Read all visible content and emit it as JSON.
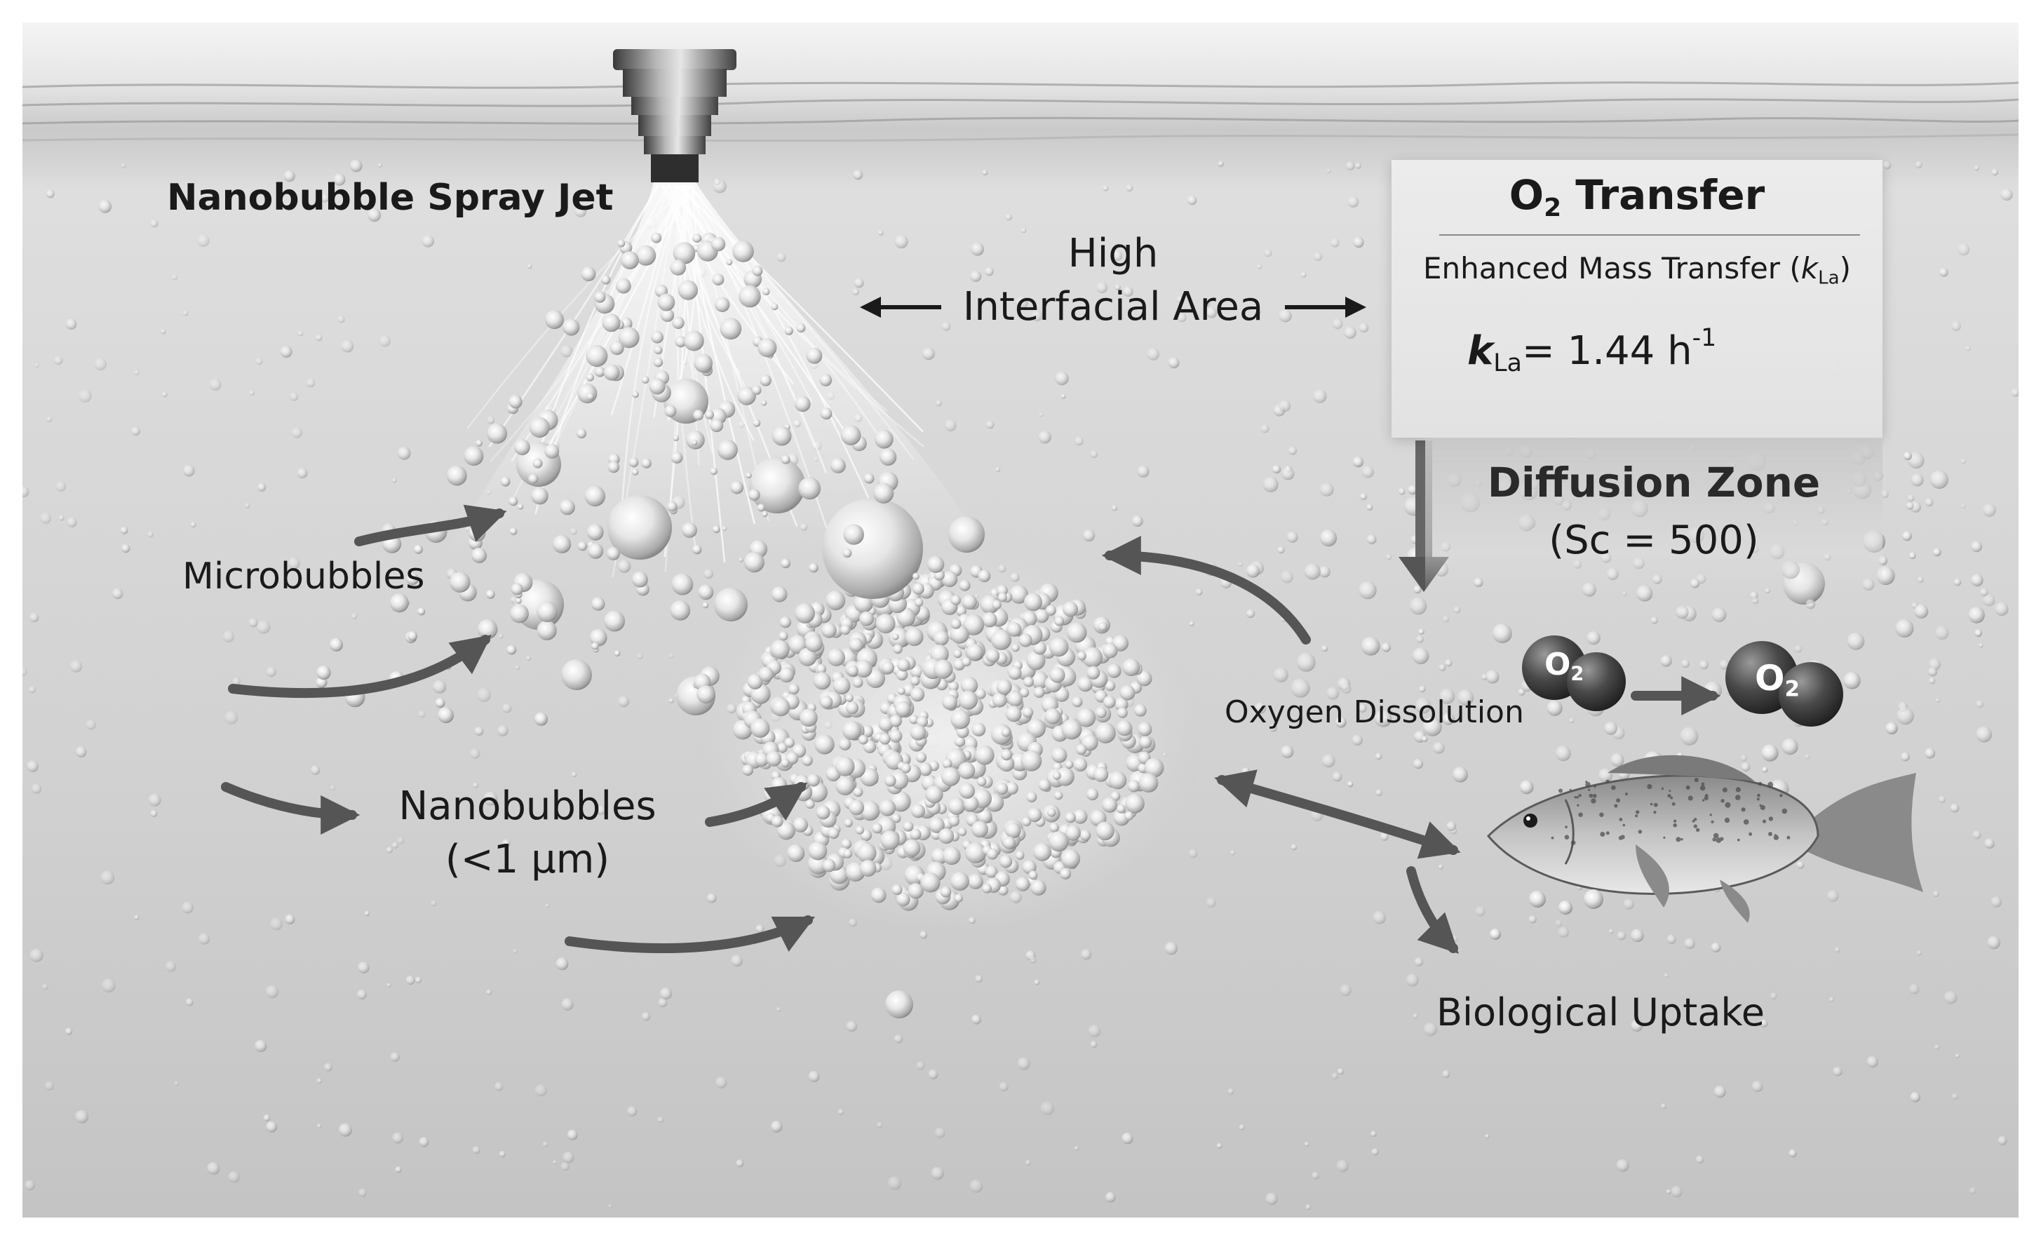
{
  "labels": {
    "spray_jet": "Nanobubble Spray Jet",
    "high_1": "High",
    "high_2": "Interfacial Area",
    "microbubbles": "Microbubbles",
    "nanobubbles": "Nanobubbles",
    "nanobubbles_size": "(<1 μm)",
    "oxygen_dissolution": "Oxygen Dissolution",
    "biological_uptake": "Biological Uptake",
    "molecule": "O",
    "molecule_sub": "2"
  },
  "panel": {
    "title_main": "O",
    "title_sub": "2",
    "title_rest": " Transfer",
    "subtitle_text": "Enhanced Mass Transfer (",
    "subtitle_k": "k",
    "subtitle_sub": "La",
    "subtitle_close": ")",
    "formula_k": "k",
    "formula_sub": "La",
    "formula_eq": "= 1.44 h",
    "formula_sup": "-1"
  },
  "diffusion": {
    "title": "Diffusion Zone",
    "value": "(Sc = 500)"
  },
  "colors": {
    "water_light": "#eeeeee",
    "water_mid": "#d4d4d4",
    "water_dark": "#bdbdbd",
    "arrow": "#555555",
    "text": "#1a1a1a",
    "molecule": "#3c3c3c"
  }
}
